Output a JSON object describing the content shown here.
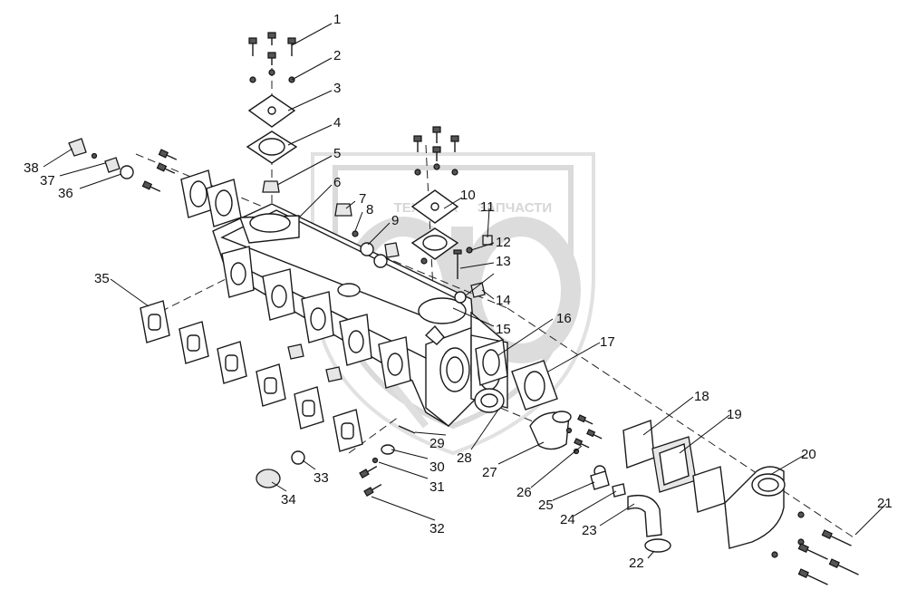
{
  "watermark": {
    "left_word": "ТЕХНИКА",
    "right_word": "ЗАПЧАСТИ",
    "monogram": "ТФ"
  },
  "callouts": [
    "1",
    "2",
    "3",
    "4",
    "5",
    "6",
    "7",
    "8",
    "9",
    "10",
    "11",
    "12",
    "13",
    "14",
    "15",
    "16",
    "17",
    "18",
    "19",
    "20",
    "21",
    "22",
    "23",
    "24",
    "25",
    "26",
    "27",
    "28",
    "29",
    "30",
    "31",
    "32",
    "33",
    "34",
    "35",
    "36",
    "37",
    "38"
  ],
  "colors": {
    "line": "#1a1a1a",
    "watermark": "#d2d2d2",
    "background": "#ffffff"
  }
}
